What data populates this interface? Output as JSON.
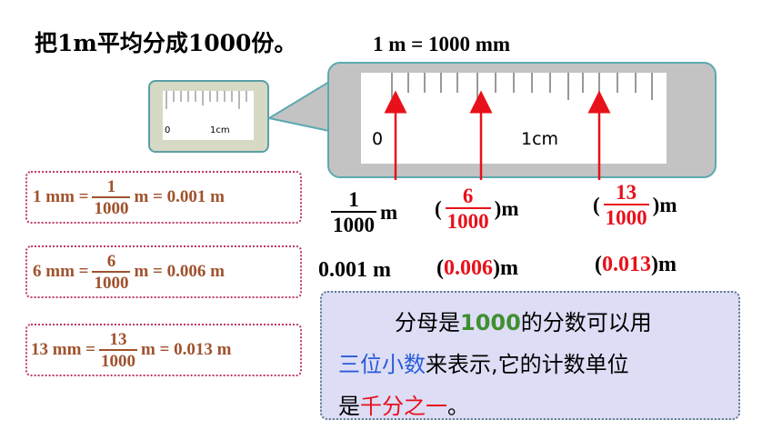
{
  "title": "把1m平均分成1000份。",
  "equation": "1 m = 1000 mm",
  "ruler": {
    "zero_label": "0",
    "cm_label": "1cm",
    "thumb_zero_label": "0",
    "thumb_cm_label": "1cm"
  },
  "conversions": [
    {
      "lhs": "13 mm =",
      "num": "13",
      "den": "1000",
      "rhs": "m = 0.013 m"
    },
    {
      "lhs": "6 mm =",
      "num": "6",
      "den": "1000",
      "rhs": "m = 0.006 m"
    },
    {
      "lhs": "1 mm =",
      "num": "1",
      "den": "1000",
      "rhs": "m = 0.001 m"
    }
  ],
  "fraction_row": [
    {
      "open": "",
      "num": "1",
      "den": "1000",
      "close": "",
      "unit": "m"
    },
    {
      "open": "(",
      "num": "6",
      "den": "1000",
      "close": ")",
      "unit": "m"
    },
    {
      "open": "(",
      "num": "13",
      "den": "1000",
      "close": ")",
      "unit": "m"
    }
  ],
  "decimal_row": [
    {
      "open": "",
      "value": "0.001",
      "close": "",
      "unit": "m"
    },
    {
      "open": "(",
      "value": "0.006",
      "close": ")",
      "unit": "m"
    },
    {
      "open": "(",
      "value": "0.013",
      "close": ")",
      "unit": "m"
    }
  ],
  "info": {
    "line1_a": "分母是",
    "line1_b": "1000",
    "line1_c": "的分数可以用",
    "line2_a": "三位小数",
    "line2_b": "来表示,它的计数单位",
    "line3_a": "是",
    "line3_b": "千分之一",
    "line3_c": "。"
  },
  "colors": {
    "fraction_text": "#a0522d",
    "answer_red": "#e8101a",
    "accent_green": "#3f8f2f",
    "accent_blue": "#2a5bd7"
  }
}
